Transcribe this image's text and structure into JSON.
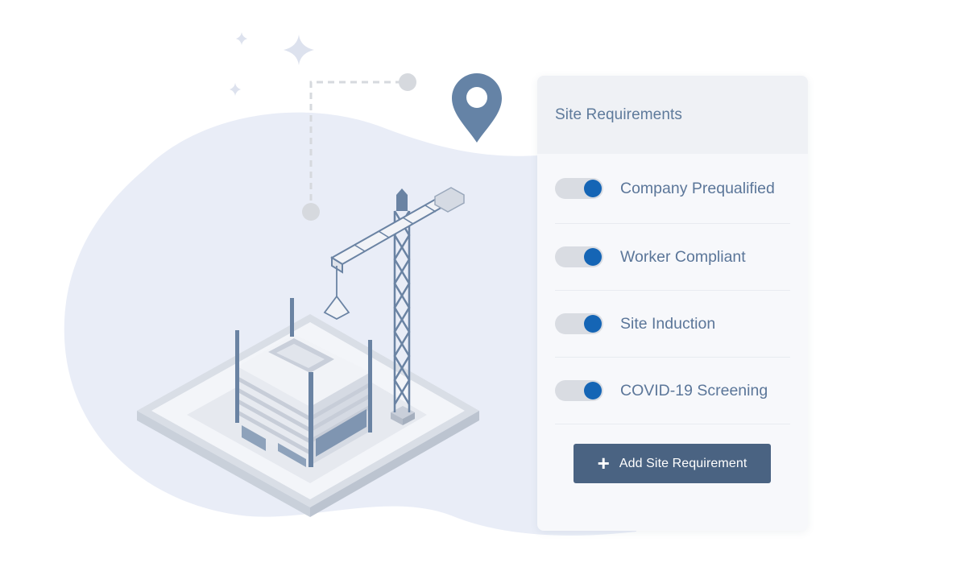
{
  "panel": {
    "title": "Site Requirements",
    "requirements": [
      {
        "label": "Company Prequalified",
        "enabled": true
      },
      {
        "label": "Worker Compliant",
        "enabled": true
      },
      {
        "label": "Site Induction",
        "enabled": true
      },
      {
        "label": "COVID-19 Screening",
        "enabled": true
      }
    ],
    "add_button": {
      "icon": "plus-icon",
      "label": "Add Site Requirement"
    }
  },
  "colors": {
    "accent": "#1565b5",
    "button": "#4a6382",
    "text": "#5b7699",
    "blob": "#e9edf7",
    "pin": "#6583a6"
  },
  "illustration": {
    "icons": [
      "location-pin-icon",
      "sparkle-icon",
      "construction-site-illustration"
    ]
  }
}
